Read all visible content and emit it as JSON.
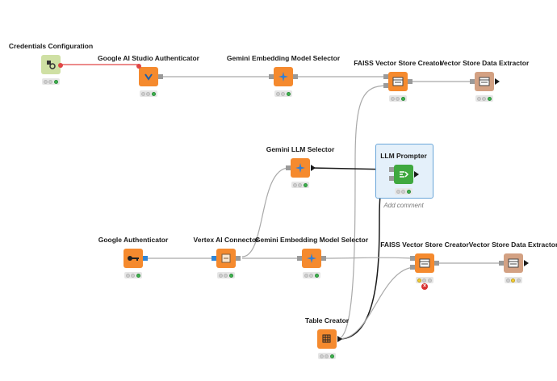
{
  "nodes": {
    "credentials": {
      "title": "Credentials Configuration",
      "icon": "credentials-icon",
      "color": "#cfe0a4",
      "status": [
        "off",
        "off",
        "green"
      ]
    },
    "gas_auth": {
      "title": "Google AI Studio Authenticator",
      "icon": "gemini-auth-icon",
      "color": "#f58a2e",
      "status": [
        "off",
        "off",
        "green"
      ]
    },
    "embed_top": {
      "title": "Gemini Embedding Model Selector",
      "icon": "sparkle-icon",
      "color": "#f58a2e",
      "status": [
        "off",
        "off",
        "green"
      ]
    },
    "faiss_top": {
      "title": "FAISS Vector Store Creator",
      "icon": "vector-store-icon",
      "color": "#f58a2e",
      "status": [
        "off",
        "off",
        "green"
      ]
    },
    "extract_top": {
      "title": "Vector Store Data Extractor",
      "icon": "vector-store-icon",
      "color": "#d3a183",
      "status": [
        "off",
        "off",
        "green"
      ]
    },
    "llm_selector": {
      "title": "Gemini LLM Selector",
      "icon": "sparkle-icon",
      "color": "#f58a2e",
      "status": [
        "off",
        "off",
        "green"
      ]
    },
    "llm_prompter": {
      "title": "LLM Prompter",
      "icon": "prompt-icon",
      "color": "#3fa83f",
      "status": [
        "off",
        "off",
        "green"
      ]
    },
    "google_auth": {
      "title": "Google Authenticator",
      "icon": "key-icon",
      "color": "#f58a2e",
      "status": [
        "off",
        "off",
        "green"
      ]
    },
    "vertex": {
      "title": "Vertex AI Connector",
      "icon": "connector-icon",
      "color": "#f58a2e",
      "status": [
        "off",
        "off",
        "green"
      ]
    },
    "embed_bottom": {
      "title": "Gemini Embedding Model Selector",
      "icon": "sparkle-icon",
      "color": "#f58a2e",
      "status": [
        "off",
        "off",
        "green"
      ]
    },
    "faiss_bottom": {
      "title": "FAISS Vector Store Creator",
      "icon": "vector-store-icon",
      "color": "#f58a2e",
      "status": [
        "yellow",
        "off",
        "off"
      ],
      "error": true
    },
    "extract_bottom": {
      "title": "Vector Store Data Extractor",
      "icon": "vector-store-icon",
      "color": "#d3a183",
      "status": [
        "off",
        "yellow",
        "off"
      ]
    },
    "table_creator": {
      "title": "Table Creator",
      "icon": "table-icon",
      "color": "#f58a2e",
      "status": [
        "off",
        "off",
        "green"
      ]
    }
  },
  "annotation": {
    "add_comment": "Add comment"
  }
}
